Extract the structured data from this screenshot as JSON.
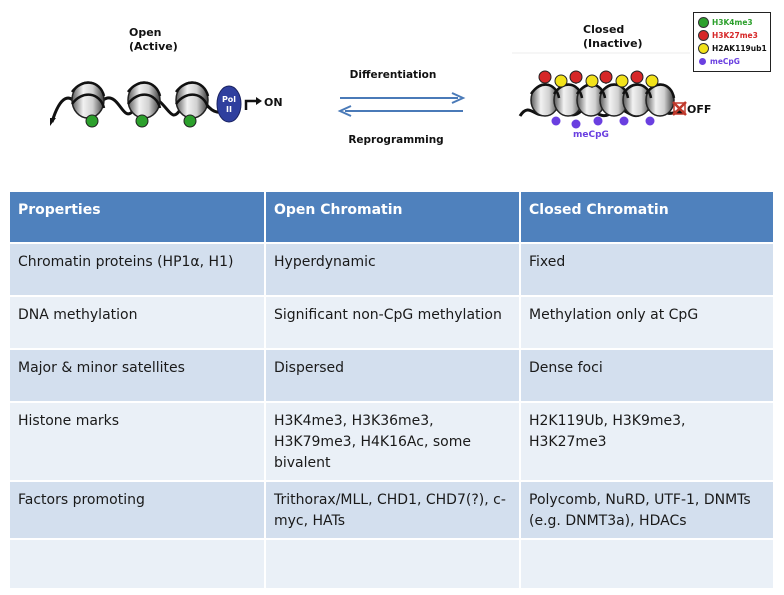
{
  "diagram": {
    "open_label_line1": "Open",
    "open_label_line2": "(Active)",
    "closed_label_line1": "Closed",
    "closed_label_line2": "(Inactive)",
    "arrow_forward_label": "Differentiation",
    "arrow_back_label": "Reprogramming",
    "pol_label_line1": "Pol",
    "pol_label_line2": "II",
    "on_label": "ON",
    "off_label": "OFF",
    "mecpg_label": "meCpG",
    "legend": [
      {
        "label": "H3K4me3",
        "color": "#2ca02c"
      },
      {
        "label": "H3K27me3",
        "color": "#d62728"
      },
      {
        "label": "H2AK119ub1",
        "color": "#f2e21a"
      },
      {
        "label": "meCpG",
        "color": "#6a3fe0"
      }
    ]
  },
  "table": {
    "headers": [
      "Properties",
      "Open Chromatin",
      "Closed Chromatin"
    ],
    "rows": [
      [
        "Chromatin proteins (HP1α, H1)",
        "Hyperdynamic",
        "Fixed"
      ],
      [
        "DNA methylation",
        "Significant non-CpG methylation",
        "Methylation only at CpG"
      ],
      [
        "Major & minor satellites",
        "Dispersed",
        "Dense foci"
      ],
      [
        "Histone marks",
        "H3K4me3, H3K36me3, H3K79me3, H4K16Ac, some bivalent",
        "H2K119Ub, H3K9me3, H3K27me3"
      ],
      [
        "Factors promoting",
        "Trithorax/MLL, CHD1, CHD7(?), c-myc, HATs",
        "Polycomb, NuRD, UTF-1, DNMTs (e.g. DNMT3a), HDACs"
      ],
      [
        "",
        "",
        ""
      ]
    ]
  }
}
